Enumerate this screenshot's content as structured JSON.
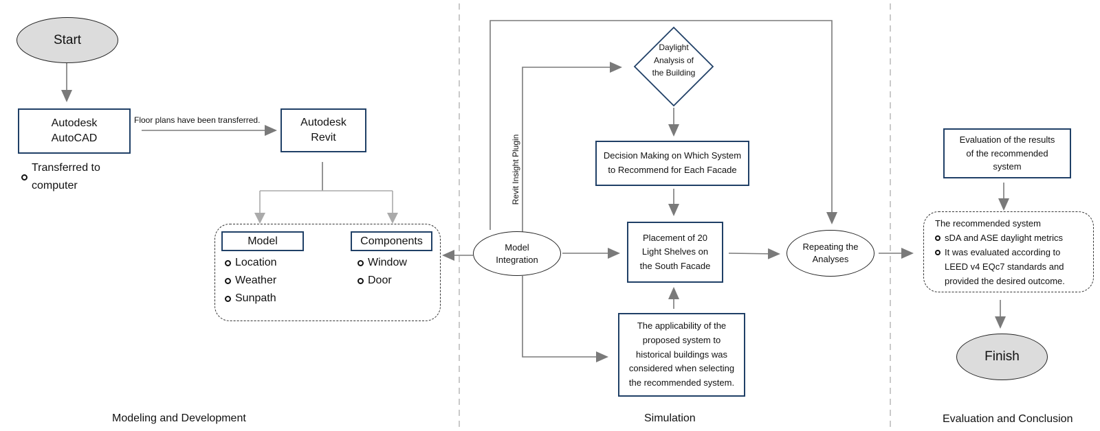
{
  "nodes": {
    "start": "Start",
    "autocad": "Autodesk\nAutoCAD",
    "autocad_note": "Transferred to\ncomputer",
    "transfer_label": "Floor plans have been transferred.",
    "revit": "Autodesk\nRevit",
    "model": {
      "title": "Model",
      "items": [
        "Location",
        "Weather",
        "Sunpath"
      ]
    },
    "components": {
      "title": "Components",
      "items": [
        "Window",
        "Door"
      ]
    },
    "model_integration": "Model\nIntegration",
    "plugin_label": "Revit Insight Plugin",
    "daylight": "Daylight\nAnalysis of\nthe Building",
    "decision": "Decision Making on Which System\nto Recommend for Each Facade",
    "placement": "Placement of 20\nLight Shelves on\nthe South Facade",
    "applicability": "The applicability of the\nproposed system to\nhistorical buildings was\nconsidered when selecting\nthe recommended system.",
    "repeating": "Repeating the\nAnalyses",
    "evaluation": "Evaluation of the results\nof the recommended\nsystem",
    "recommended": {
      "title": "The recommended system",
      "items": [
        "sDA and ASE daylight metrics",
        "It was evaluated according to\nLEED v4 EQc7 standards and\nprovided the desired outcome."
      ]
    },
    "finish": "Finish"
  },
  "sections": {
    "modeling": "Modeling and Development",
    "simulation": "Simulation",
    "evaluation": "Evaluation and Conclusion"
  },
  "colors": {
    "box_border": "#1f3f66",
    "arrow": "#7a7a7a",
    "oval_fill": "#dcdcdc"
  }
}
